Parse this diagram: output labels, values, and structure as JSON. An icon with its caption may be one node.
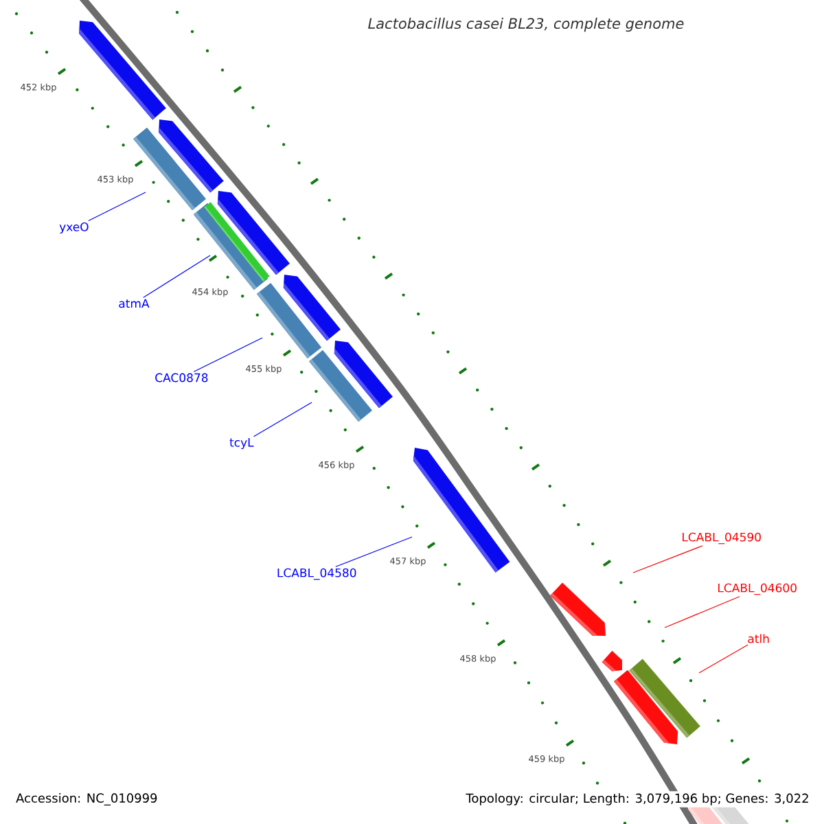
{
  "diagram": {
    "title": "Lactobacillus casei BL23, complete genome",
    "nodes": [
      {
        "text": [
          "yxeO"
        ]
      },
      {
        "text": [
          "atmA"
        ]
      },
      {
        "text": [
          "CAC0878"
        ]
      },
      {
        "text": [
          "tcyL"
        ]
      },
      {
        "text": [
          "LCABL_04580"
        ]
      },
      {
        "text": [
          "LCABL_04590"
        ]
      },
      {
        "text": [
          "LCABL_04600"
        ]
      },
      {
        "text": [
          "atlh"
        ]
      }
    ],
    "edges": [
      {
        "from": 0,
        "to": null,
        "arrow": "none"
      },
      {
        "from": 1,
        "to": null,
        "arrow": "none"
      },
      {
        "from": 2,
        "to": null,
        "arrow": "none"
      },
      {
        "from": 3,
        "to": null,
        "arrow": "none"
      },
      {
        "from": 4,
        "to": null,
        "arrow": "none"
      },
      {
        "from": 5,
        "to": null,
        "arrow": "none",
        "color": "#ff0000"
      },
      {
        "from": 6,
        "to": null,
        "arrow": "none",
        "color": "#ff0000"
      },
      {
        "from": 7,
        "to": null,
        "arrow": "none",
        "color": "#ff0000"
      }
    ],
    "labels": [
      "452 kbp",
      "453 kbp",
      "454 kbp",
      "455 kbp",
      "456 kbp",
      "457 kbp",
      "458 kbp",
      "459 kbp",
      "Accession: NC_010999",
      "Topology: circular; Length: 3,079,196 bp; Genes: 3,022"
    ]
  }
}
